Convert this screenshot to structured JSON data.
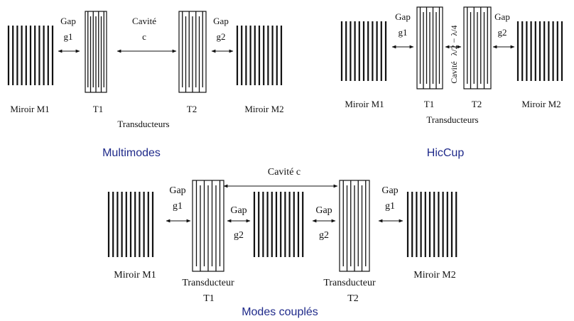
{
  "colors": {
    "ink": "#111111",
    "title": "#1f2a8a"
  },
  "multimodes": {
    "title": "Multimodes",
    "gap1": "Gap",
    "gap1_id": "g1",
    "cavity": "Cavité",
    "cavity_id": "c",
    "gap2": "Gap",
    "gap2_id": "g2",
    "mirror1": "Miroir M1",
    "t1": "T1",
    "t2": "T2",
    "mirror2": "Miroir M2",
    "transducers": "Transducteurs"
  },
  "hiccup": {
    "title": "HicCup",
    "gap1": "Gap",
    "gap1_id": "g1",
    "cavity_vertical": "Cavité",
    "spacing_formula": "λ/2 − λ/4",
    "gap2": "Gap",
    "gap2_id": "g2",
    "mirror1": "Miroir M1",
    "t1": "T1",
    "t2": "T2",
    "mirror2": "Miroir M2",
    "transducers": "Transducteurs"
  },
  "coupled": {
    "title": "Modes couplés",
    "cavity": "Cavité c",
    "gap1_left": "Gap",
    "gap1_left_id": "g1",
    "gap2_left": "Gap",
    "gap2_left_id": "g2",
    "gap2_right": "Gap",
    "gap2_right_id": "g2",
    "gap1_right": "Gap",
    "gap1_right_id": "g1",
    "mirror1": "Miroir M1",
    "mirror2": "Miroir M2",
    "transducer_left": "Transducteur",
    "transducer_left_id": "T1",
    "transducer_right": "Transducteur",
    "transducer_right_id": "T2"
  }
}
